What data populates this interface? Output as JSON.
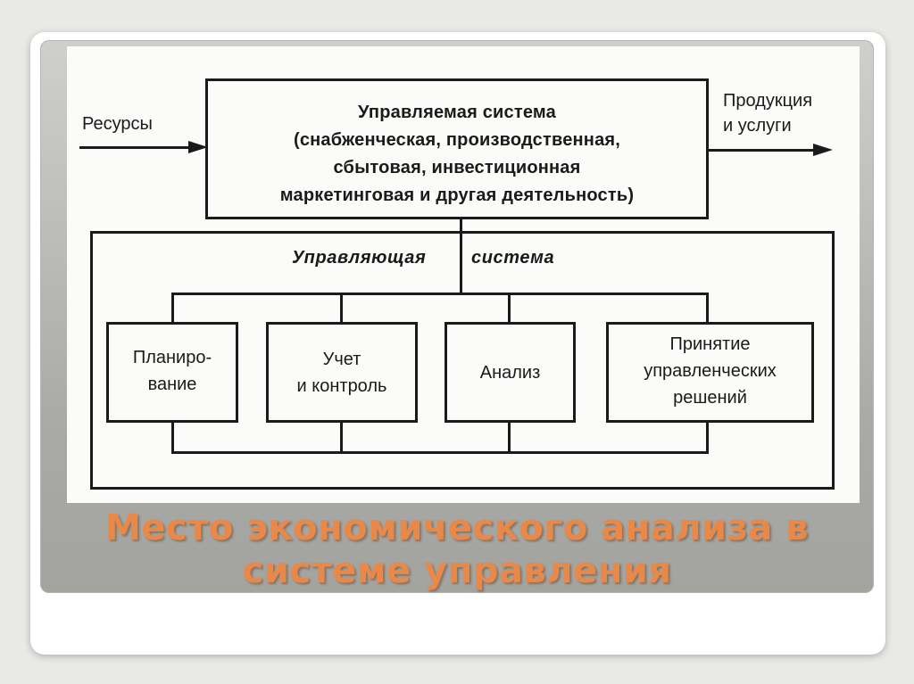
{
  "diagram": {
    "input_label": "Ресурсы",
    "output_label_lines": [
      "Продукция",
      "и услуги"
    ],
    "managed_system_lines": [
      "Управляемая система",
      "(снабженческая, производственная,",
      "сбытовая, инвестиционная",
      "маркетинговая и другая деятельность)"
    ],
    "control_system_label_a": "Управляющая",
    "control_system_label_b": "система",
    "functions": [
      {
        "lines": [
          "Планиро-",
          "вание"
        ]
      },
      {
        "lines": [
          "Учет",
          "и контроль"
        ]
      },
      {
        "lines": [
          "Анализ"
        ]
      },
      {
        "lines": [
          "Принятие",
          "управленческих",
          "решений"
        ]
      }
    ]
  },
  "title": {
    "line1": "Место экономического анализа в",
    "line2": "системе управления"
  },
  "colors": {
    "title": "#e8894a",
    "diagram_ink": "#1a1a1a",
    "panel": "#bdbdba"
  }
}
